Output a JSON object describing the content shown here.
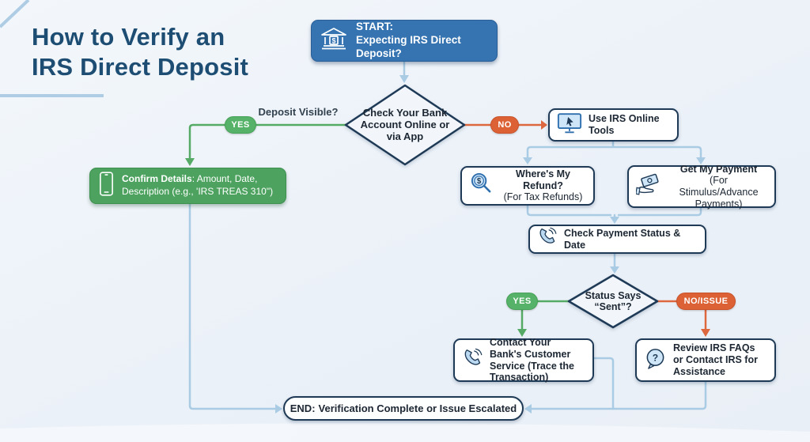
{
  "title": {
    "line1": "How to Verify an",
    "line2": "IRS Direct Deposit"
  },
  "nodes": {
    "start": {
      "prefix": "START:",
      "text": "Expecting IRS Direct Deposit?"
    },
    "decision_bank": {
      "text": "Check Your Bank Account Online or via App",
      "question_label": "Deposit Visible?"
    },
    "edge_yes1": {
      "label": "YES"
    },
    "edge_no1": {
      "label": "NO"
    },
    "confirm_details": {
      "bold": "Confirm Details",
      "rest": ": Amount, Date, Description (e.g., 'IRS TREAS 310\")"
    },
    "use_irs_tools": {
      "text": "Use IRS Online Tools"
    },
    "wheres_refund": {
      "bold": "Where's My Refund?",
      "sub": "(For Tax Refunds)"
    },
    "get_payment": {
      "bold": "Get My Payment",
      "sub": "(For Stimulus/Advance Payments)"
    },
    "check_status": {
      "text": "Check Payment Status & Date"
    },
    "decision_sent": {
      "text": "Status Says “Sent”?"
    },
    "edge_yes2": {
      "label": "YES"
    },
    "edge_no2": {
      "label": "NO/ISSUE"
    },
    "contact_bank": {
      "text": "Contact Your Bank's Customer Service (Trace the Transaction)"
    },
    "review_faqs": {
      "text": "Review IRS FAQs or Contact IRS for Assistance"
    },
    "end": {
      "prefix": "END:",
      "text": "Verification Complete or Issue Escalated"
    }
  },
  "colors": {
    "background": "#ebf1f8",
    "title_text": "#1d4d73",
    "start_blue": "#3573b1",
    "confirm_green": "#4ca25e",
    "yes_pill_green": "#55b268",
    "no_pill_orange": "#dc6134",
    "connector_blue": "#a9cbe3",
    "connector_green": "#55aa65",
    "connector_orange": "#dd6840",
    "node_border_navy": "#1e3a56"
  }
}
